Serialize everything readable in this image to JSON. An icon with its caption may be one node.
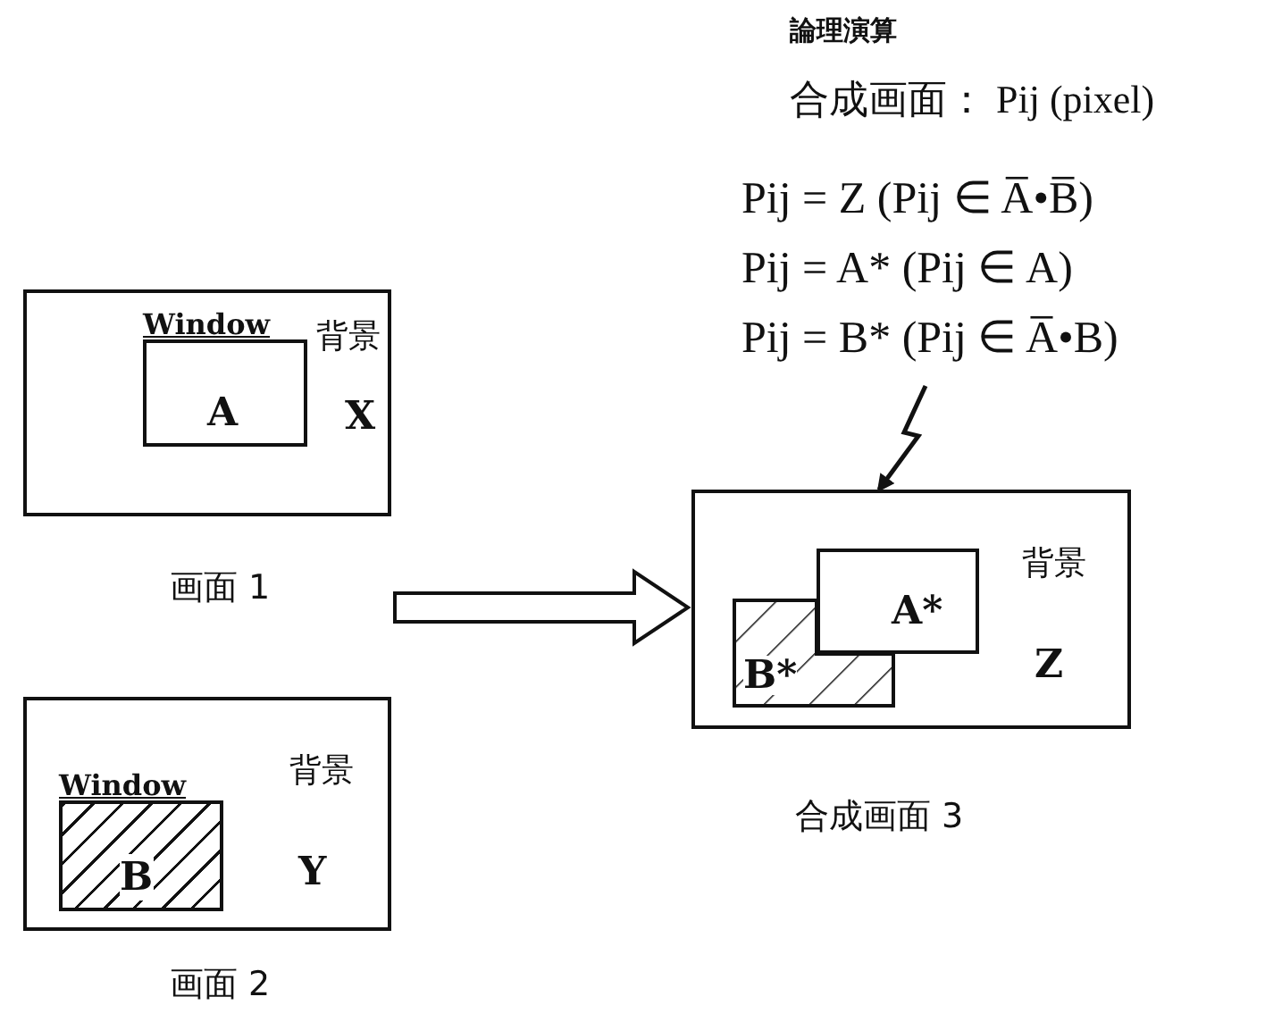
{
  "diagram": {
    "nodes": [
      {
        "text": [
          "背景",
          "X"
        ],
        "beside": [
          "画面 1"
        ]
      },
      {
        "text": [
          "Window",
          "A"
        ],
        "in": 0
      },
      {
        "text": [
          "背景",
          "Y"
        ],
        "beside": [
          "画面 2"
        ]
      },
      {
        "text": [
          "Window",
          "B"
        ],
        "in": 2
      },
      {
        "text": [
          "論理演算",
          "合成画面： Pij (pixel)",
          "Pij = Z (Pij ∈ A̅•B̅)",
          "Pij = A* (Pij ∈ A)",
          "Pij = B* (Pij ∈ A̅•B)"
        ]
      },
      {
        "text": [
          "背景",
          "Z"
        ],
        "beside": [
          "合成画面 3"
        ]
      },
      {
        "text": [
          "B*"
        ],
        "in": 5
      },
      {
        "text": [
          "A*"
        ],
        "in": 5
      }
    ],
    "edges": [
      {
        "from": 0,
        "to": 5,
        "arrow": "to"
      },
      {
        "from": 2,
        "to": 5,
        "arrow": "to"
      },
      {
        "from": 4,
        "to": 5,
        "arrow": "to"
      }
    ]
  }
}
